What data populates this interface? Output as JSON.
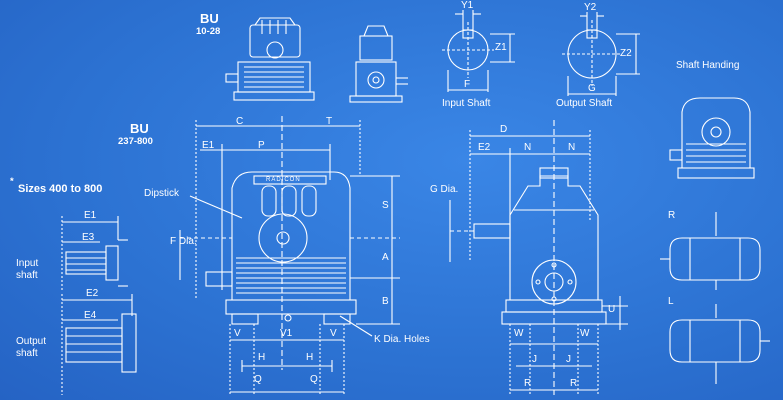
{
  "titles": {
    "bu_small": "BU",
    "bu_small_range": "10-28",
    "bu_large": "BU",
    "bu_large_range": "237-800",
    "sizes_note_mark": "*",
    "sizes_note": "Sizes 400 to 800"
  },
  "captions": {
    "input_shaft": "Input Shaft",
    "output_shaft": "Output Shaft",
    "shaft_handing": "Shaft Handing",
    "input_shaft_side": "Input\nshaft",
    "output_shaft_side": "Output\nshaft",
    "dipstick": "Dipstick",
    "k_holes": "K Dia. Holes",
    "g_dia": "G Dia.",
    "f_dia": "F Dia.",
    "brand": "RADICON"
  },
  "dims": {
    "y1": "Y1",
    "y2": "Y2",
    "z1": "Z1",
    "z2": "Z2",
    "f": "F",
    "g": "G",
    "c": "C",
    "t": "T",
    "e1": "E1",
    "p": "P",
    "s": "S",
    "a": "A",
    "b": "B",
    "v": "V",
    "v1": "V1",
    "h": "H",
    "q": "Q",
    "d": "D",
    "e2": "E2",
    "n": "N",
    "u": "U",
    "w": "W",
    "j": "J",
    "r": "R",
    "e1_side": "E1",
    "e3": "E3",
    "e2_side": "E2",
    "e4": "E4",
    "hand_r": "R",
    "hand_l": "L"
  },
  "colors": {
    "background": "#2c72d2",
    "line": "#ffffff"
  }
}
